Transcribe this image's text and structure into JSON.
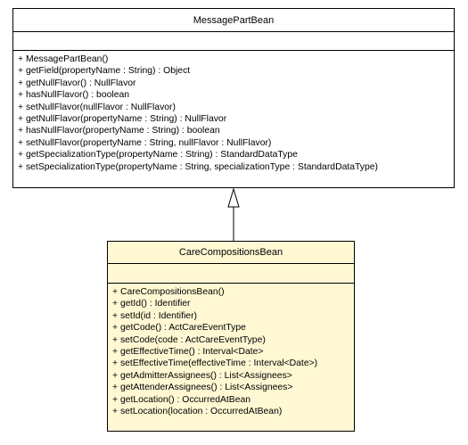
{
  "parent_class": {
    "name": "MessagePartBean",
    "operations": [
      "+ MessagePartBean()",
      "+ getField(propertyName : String) : Object",
      "+ getNullFlavor() : NullFlavor",
      "+ hasNullFlavor() : boolean",
      "+ setNullFlavor(nullFlavor : NullFlavor)",
      "+ getNullFlavor(propertyName : String) : NullFlavor",
      "+ hasNullFlavor(propertyName : String) : boolean",
      "+ setNullFlavor(propertyName : String, nullFlavor : NullFlavor)",
      "+ getSpecializationType(propertyName : String) : StandardDataType",
      "+ setSpecializationType(propertyName : String, specializationType : StandardDataType)"
    ]
  },
  "child_class": {
    "name": "CareCompositionsBean",
    "operations": [
      "+ CareCompositionsBean()",
      "+ getId() : Identifier",
      "+ setId(id : Identifier)",
      "+ getCode() : ActCareEventType",
      "+ setCode(code : ActCareEventType)",
      "+ getEffectiveTime() : Interval<Date>",
      "+ setEffectiveTime(effectiveTime : Interval<Date>)",
      "+ getAdmitterAssignees() : List<Assignees>",
      "+ getAttenderAssignees() : List<Assignees>",
      "+ getLocation() : OccurredAtBean",
      "+ setLocation(location : OccurredAtBean)"
    ]
  },
  "colors": {
    "child_fill": "#fff8d3",
    "parent_fill": "#ffffff",
    "line": "#000000"
  }
}
